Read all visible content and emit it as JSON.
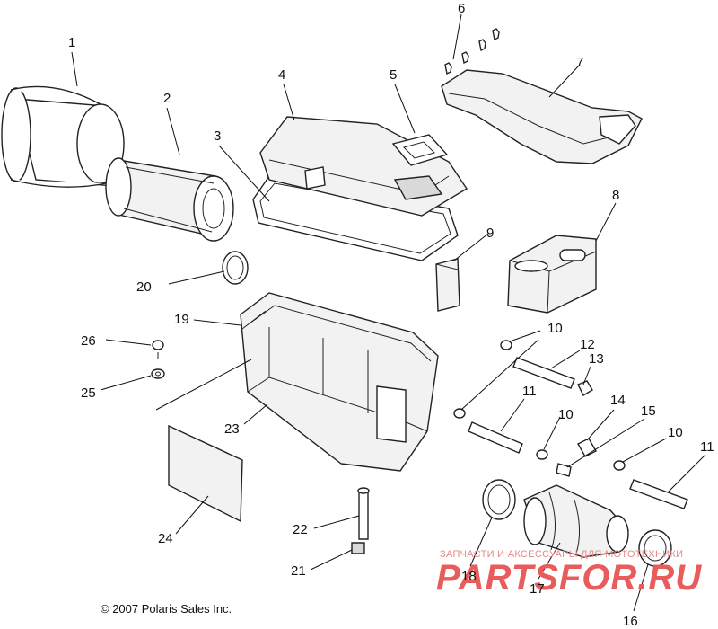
{
  "callouts": [
    {
      "id": "1",
      "text": "1"
    },
    {
      "id": "2",
      "text": "2"
    },
    {
      "id": "3",
      "text": "3"
    },
    {
      "id": "4",
      "text": "4"
    },
    {
      "id": "5",
      "text": "5"
    },
    {
      "id": "6",
      "text": "6"
    },
    {
      "id": "7",
      "text": "7"
    },
    {
      "id": "8",
      "text": "8"
    },
    {
      "id": "9",
      "text": "9"
    },
    {
      "id": "10a",
      "text": "10"
    },
    {
      "id": "10b",
      "text": "10"
    },
    {
      "id": "10c",
      "text": "10"
    },
    {
      "id": "11a",
      "text": "11"
    },
    {
      "id": "11b",
      "text": "11"
    },
    {
      "id": "12",
      "text": "12"
    },
    {
      "id": "13",
      "text": "13"
    },
    {
      "id": "14",
      "text": "14"
    },
    {
      "id": "15",
      "text": "15"
    },
    {
      "id": "16",
      "text": "16"
    },
    {
      "id": "17",
      "text": "17"
    },
    {
      "id": "18",
      "text": "18"
    },
    {
      "id": "19",
      "text": "19"
    },
    {
      "id": "20",
      "text": "20"
    },
    {
      "id": "21",
      "text": "21"
    },
    {
      "id": "22",
      "text": "22"
    },
    {
      "id": "23",
      "text": "23"
    },
    {
      "id": "24",
      "text": "24"
    },
    {
      "id": "25",
      "text": "25"
    },
    {
      "id": "26",
      "text": "26"
    }
  ],
  "copyright": "© 2007 Polaris Sales Inc.",
  "watermark": {
    "tagline": "ЗАПЧАСТИ И АКСЕССУАРЫ ДЛЯ МОТОТЕХНИКИ",
    "brand": "PARTSFOR.RU"
  }
}
